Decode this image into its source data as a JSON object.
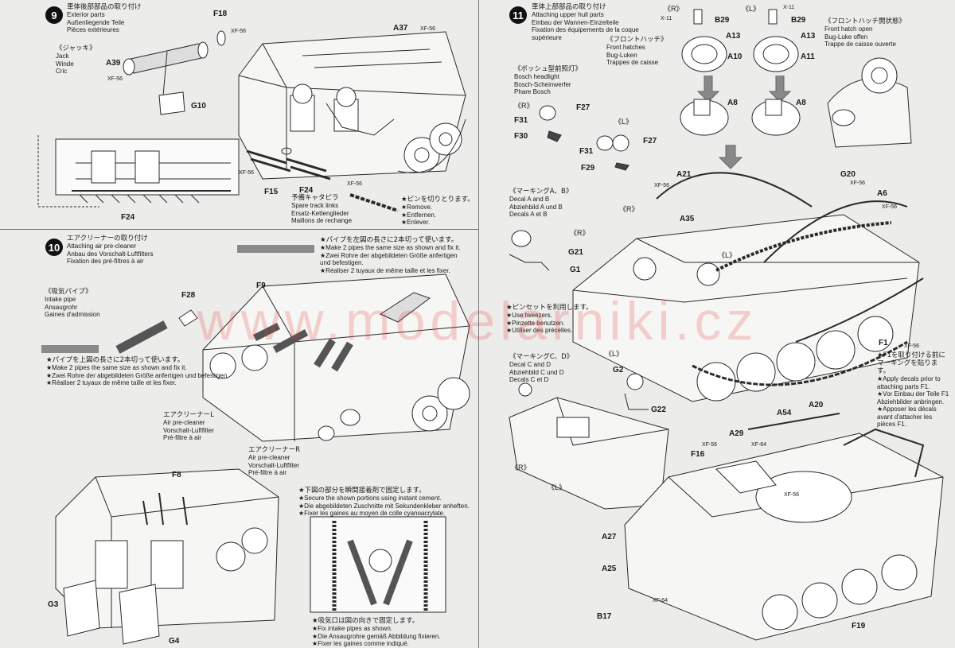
{
  "step9": {
    "num": "9",
    "title_jp": "車体後部部品の取り付け",
    "title_en": "Exterior parts",
    "title_de": "Außenliegende Teile",
    "title_fr": "Pièces extérieures",
    "jack_jp": "《ジャッキ》",
    "jack_en": "Jack",
    "jack_de": "Winde",
    "jack_fr": "Cric",
    "track_jp": "予備キャタピラ",
    "track_en": "Spare track links",
    "track_de": "Ersatz-Kettenglieder",
    "track_fr": "Maillons de rechange",
    "pin_jp": "★ピンを切りとります。",
    "pin_en": "★Remove.",
    "pin_de": "★Entfernen.",
    "pin_fr": "★Enlever.",
    "labels": {
      "F18": "F18",
      "XF56a": "XF-56",
      "A37": "A37",
      "XF56b": "XF-56",
      "A39": "A39",
      "XF56c": "XF-56",
      "G10": "G10",
      "XF56d": "XF-56",
      "F15": "F15",
      "F24a": "F24",
      "XF56e": "XF-56",
      "F24b": "F24"
    }
  },
  "step10": {
    "num": "10",
    "title_jp": "エアクリーナーの取り付け",
    "title_en": "Attaching air pre-cleaner",
    "title_de": "Anbau des Vorschalt-Luftfilters",
    "title_fr": "Fixation des pré-filtres à air",
    "note1_jp": "★パイプを左図の長さに2本切って使います。",
    "note1_en": "★Make 2 pipes the same size as shown and fix it.",
    "note1_de": "★Zwei Rohre der abgebildeten Größe anfertigen und befestigen.",
    "note1_fr": "★Réaliser 2 tuyaux de même taille et les fixer.",
    "intake_jp": "《吸気パイプ》",
    "intake_en": "Intake pipe",
    "intake_de": "Ansaugrohr",
    "intake_fr": "Gaines d'admission",
    "note2_jp": "★パイプを上図の長さに2本切って使います。",
    "note2_en": "★Make 2 pipes the same size as shown and fix it.",
    "note2_de": "★Zwei Rohre der abgebildeten Größe anfertigen und befestigen.",
    "note2_fr": "★Réaliser 2 tuyaux de même taille et les fixer.",
    "cleanerL_jp": "エアクリーナーL",
    "cleanerL_en": "Air pre-cleaner",
    "cleanerL_de": "Vorschalt-Luftfilter",
    "cleanerL_fr": "Pré-filtre à air",
    "cleanerR_jp": "エアクリーナーR",
    "cleanerR_en": "Air pre-cleaner",
    "cleanerR_de": "Vorschalt-Luftfilter",
    "cleanerR_fr": "Pré-filtre à air",
    "secure_jp": "★下図の部分を瞬間接着剤で固定します。",
    "secure_en": "★Secure the shown portions using instant cement.",
    "secure_de": "★Die abgebildeten Zuschnitte mit Sekundenkleber anheften.",
    "secure_fr": "★Fixer les gaines au moyen de colle cyanoacrylate.",
    "fix_jp": "★吸気口は図の向きで固定します。",
    "fix_en": "★Fix intake pipes as shown.",
    "fix_de": "★Die Ansaugrohre gemäß Abbildung fixieren.",
    "fix_fr": "★Fixer les gaines comme indiqué.",
    "labels": {
      "F28": "F28",
      "F9": "F9",
      "F8": "F8",
      "G3": "G3",
      "G4": "G4"
    }
  },
  "step11": {
    "num": "11",
    "title_jp": "車体上部部品の取り付け",
    "title_en": "Attaching upper hull parts",
    "title_de": "Einbau der Wannen-Einzelteile",
    "title_fr": "Fixation des équipements de la coque supérieure",
    "hatch_jp": "《フロントハッチ》",
    "hatch_en": "Front hatches",
    "hatch_de": "Bug-Luken",
    "hatch_fr": "Trappes de caisse",
    "hatchopen_jp": "《フロントハッチ開状態》",
    "hatchopen_en": "Front hatch open",
    "hatchopen_de": "Bug-Luke offen",
    "hatchopen_fr": "Trappe de caisse ouverte",
    "bosch_jp": "《ボッシュ型前照灯》",
    "bosch_en": "Bosch headlight",
    "bosch_de": "Bosch-Scheinwerfer",
    "bosch_fr": "Phare Bosch",
    "markAB_jp": "《マーキングA、B》",
    "markAB_en": "Decal A and B",
    "markAB_de": "Abziehbild A und B",
    "markAB_fr": "Decals A et B",
    "markCD_jp": "《マーキングC、D》",
    "markCD_en": "Decal C and D",
    "markCD_de": "Abziehbild C und D",
    "markCD_fr": "Decals C et D",
    "tweezers_jp": "★ピンセットを利用します。",
    "tweezers_en": "★Use tweezers.",
    "tweezers_de": "★Pinzette benutzen.",
    "tweezers_fr": "★Utiliser des précelles.",
    "decal_jp": "★F1を取り付ける前にマーキングを貼ります。",
    "decal_en": "★Apply decals prior to attaching parts F1.",
    "decal_de": "★Vor Einbau der Teile F1 Abziehbilder anbringen.",
    "decal_fr": "★Apposer les décals avant d'attacher les pièces F1.",
    "labels": {
      "R1": "《R》",
      "L1": "《L》",
      "X11a": "X-11",
      "X11b": "X-11",
      "B29a": "B29",
      "B29b": "B29",
      "A13a": "A13",
      "A13b": "A13",
      "A10": "A10",
      "A11": "A11",
      "A8a": "A8",
      "A8b": "A8",
      "R2": "《R》",
      "F27a": "F27",
      "F31a": "F31",
      "F30": "F30",
      "L2": "《L》",
      "F31b": "F31",
      "F27b": "F27",
      "F29": "F29",
      "A21": "A21",
      "XF56a": "XF-56",
      "G20": "G20",
      "XF56b": "XF-56",
      "A6": "A6",
      "XF56c": "XF-56",
      "R3": "《R》",
      "A35": "A35",
      "R4": "《R》",
      "G21": "G21",
      "G1": "G1",
      "L3": "《L》",
      "F1": "F1",
      "XF56d": "XF-56",
      "L4": "《L》",
      "G2": "G2",
      "G22": "G22",
      "A54": "A54",
      "A20": "A20",
      "A29": "A29",
      "XF56e": "XF-56",
      "XF64a": "XF-64",
      "F16": "F16",
      "XF56f": "XF-56",
      "A27": "A27",
      "A25": "A25",
      "XF64b": "XF-64",
      "B17": "B17",
      "F19": "F19",
      "R5": "《R》",
      "L5": "《L》"
    }
  },
  "watermark": "www.modelarniki.cz"
}
